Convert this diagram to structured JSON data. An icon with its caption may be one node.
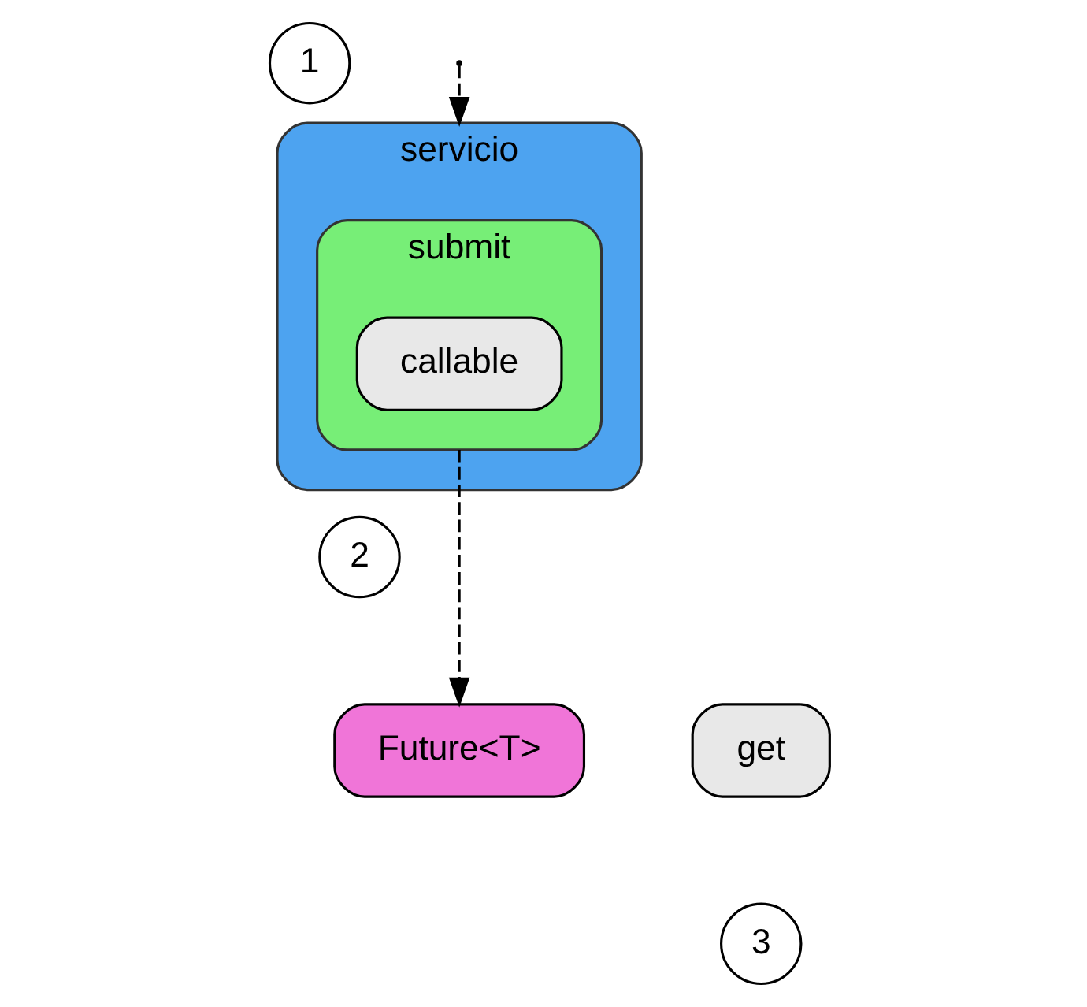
{
  "diagram": {
    "nodes": [
      {
        "text": [
          "servicio"
        ]
      },
      {
        "text": [
          "submit"
        ],
        "in": 0
      },
      {
        "text": [
          "callable"
        ],
        "in": 1
      },
      {
        "text": [
          "1"
        ]
      },
      {
        "text": [
          "2"
        ]
      },
      {
        "text": [
          "Future<T>"
        ]
      },
      {
        "text": [
          "get"
        ]
      },
      {
        "text": [
          "3"
        ]
      }
    ],
    "edges": [
      {
        "from": null,
        "to": 0,
        "arrow": "to",
        "style": "dashed"
      },
      {
        "from": 1,
        "to": 5,
        "arrow": "to",
        "style": "dashed"
      }
    ]
  }
}
